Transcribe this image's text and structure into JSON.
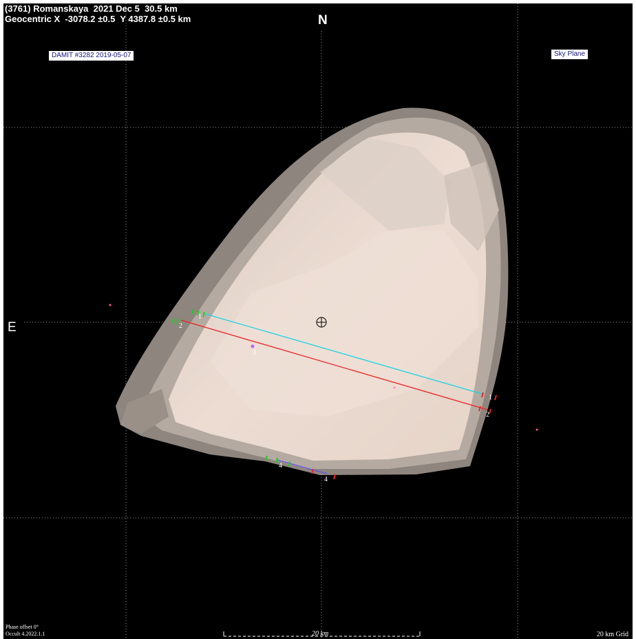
{
  "header": {
    "line1": "(3761) Romanskaya  2021 Dec 5  30.5 km",
    "line2": "Geocentric X  -3078.2 ±0.5  Y 4387.8 ±0.5 km"
  },
  "compass": {
    "north": "N",
    "east": "E"
  },
  "model_tag": "DAMIT #3282 2019-05-07",
  "plane_tag": "Sky Plane",
  "footer": {
    "phase": "Phase offset 0°",
    "version": "Occult 4.2022.1.1",
    "scale": "20 km",
    "grid": "20 km Grid"
  },
  "chords": [
    {
      "id": "1",
      "label": "1",
      "color": "#19d5e6"
    },
    {
      "id": "2",
      "label": "2",
      "color": "#ee2222"
    },
    {
      "id": "3",
      "label": "3",
      "color": "#c060ff"
    },
    {
      "id": "4",
      "label": "4",
      "color": "#6a5ad8"
    }
  ],
  "colors": {
    "background": "#000000",
    "body_light": "#efe0d6",
    "body_shade": "#8a8078",
    "grid": "#9a9a9a",
    "start_tick": "#22cc22",
    "end_tick": "#ee2222"
  }
}
